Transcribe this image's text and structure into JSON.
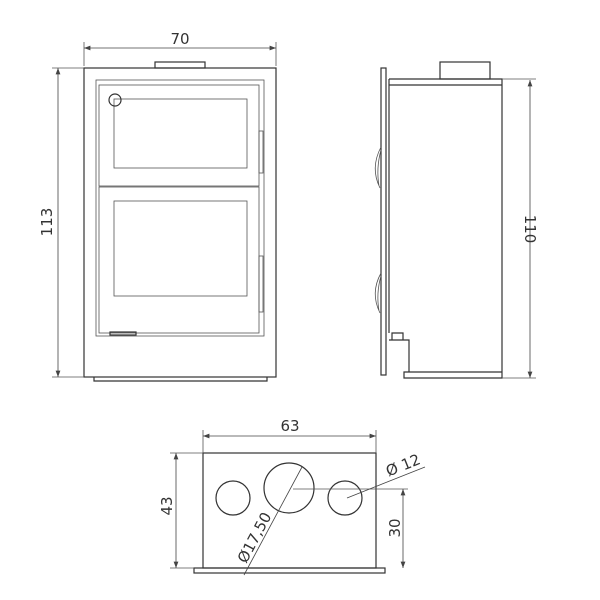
{
  "title": "Stove technical drawing",
  "front_view": {
    "width_label": "70",
    "height_label": "113"
  },
  "side_view": {
    "height_label": "110"
  },
  "rear_view": {
    "width_label": "63",
    "height_label": "43",
    "outlet_height_label": "30",
    "small_outlet_diameter_label": "Ø 12",
    "large_outlet_diameter_label": "Ø17,50"
  },
  "colors": {
    "line": "#333333",
    "background": "#ffffff"
  }
}
